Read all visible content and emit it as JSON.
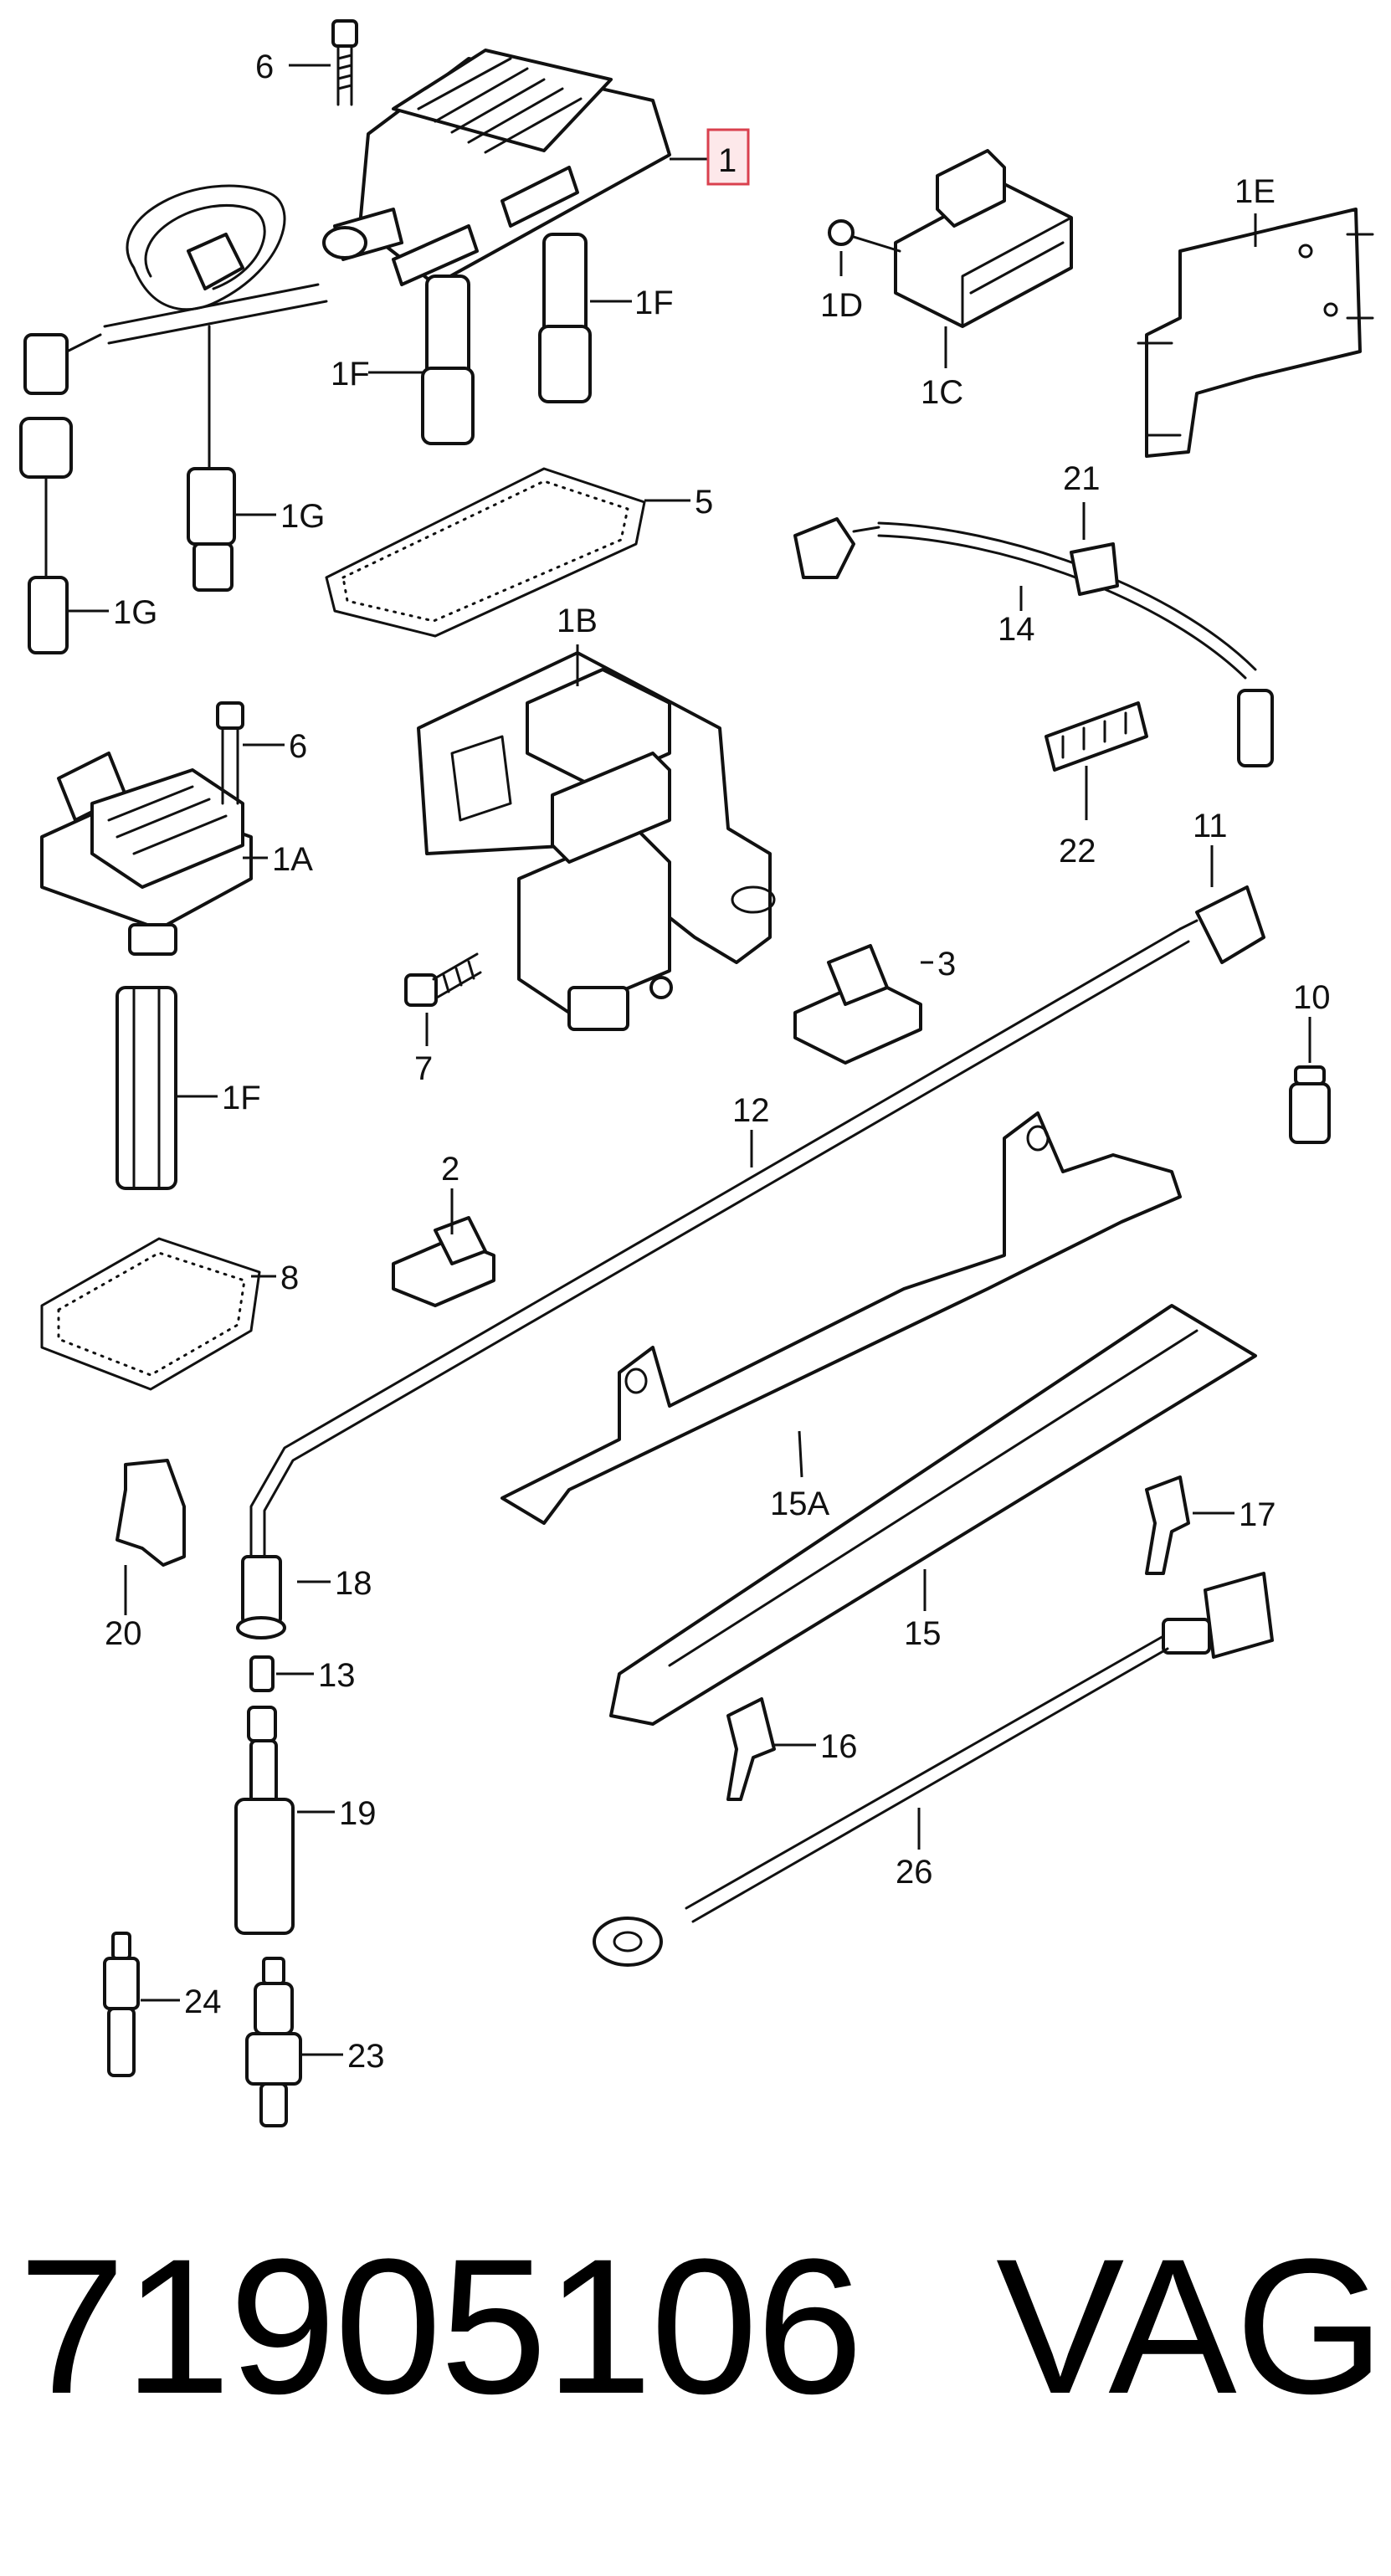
{
  "callouts": {
    "c6a": "6",
    "c1": "1",
    "c1e": "1E",
    "c1d": "1D",
    "c1f_a": "1F",
    "c1c": "1C",
    "c1f_b": "1F",
    "c1g_a": "1G",
    "c5": "5",
    "c21": "21",
    "c1g_b": "1G",
    "c14": "14",
    "c1b": "1B",
    "c6b": "6",
    "c22": "22",
    "c1a": "1A",
    "c11": "11",
    "c3": "3",
    "c7": "7",
    "c10": "10",
    "c1f_c": "1F",
    "c12": "12",
    "c2": "2",
    "c8": "8",
    "c15a": "15A",
    "c17": "17",
    "c20": "20",
    "c18": "18",
    "c15": "15",
    "c13": "13",
    "c16": "16",
    "c19": "19",
    "c26": "26",
    "c24": "24",
    "c23": "23"
  },
  "footer": {
    "part_number": "71905106",
    "brand": "VAG"
  },
  "highlight_color": "#d9404e"
}
